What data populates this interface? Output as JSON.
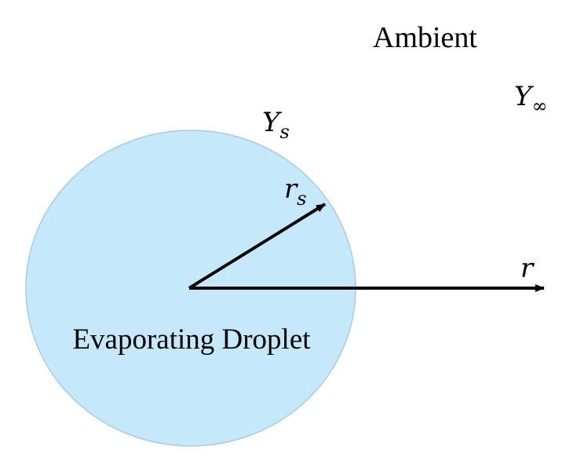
{
  "labels": {
    "ambient": "Ambient",
    "droplet": "Evaporating Droplet",
    "y_surface_main": "Y",
    "y_surface_sub": "s",
    "y_inf_main": "Y",
    "y_inf_sub": "∞",
    "r_surface_main": "r",
    "r_surface_sub": "s",
    "r_axis": "r"
  },
  "colors": {
    "droplet_fill": "#C5E8FA",
    "droplet_stroke": "#A9CCE0",
    "arrow": "#000000"
  }
}
